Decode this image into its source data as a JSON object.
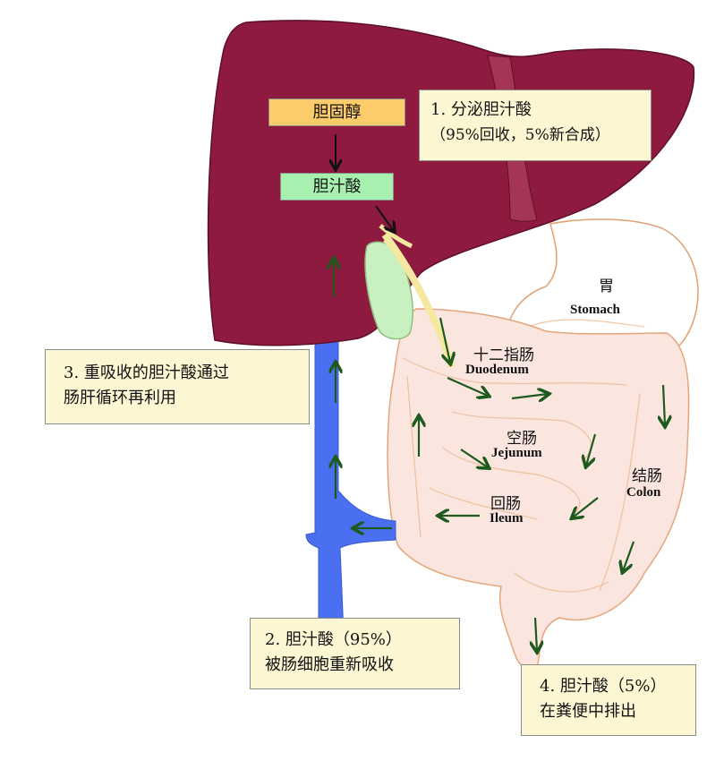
{
  "boxes": {
    "cholesterol": "胆固醇",
    "bile_acid": "胆汁酸",
    "step1": {
      "line1": "1. 分泌胆汁酸",
      "line2": "（95%回收，5%新合成）"
    },
    "step3": {
      "line1": "3. 重吸收的胆汁酸通过",
      "line2": "肠肝循环再利用"
    },
    "step2": {
      "line1": "2. 胆汁酸（95%）",
      "line2": "被肠细胞重新吸收"
    },
    "step4": {
      "line1": "4. 胆汁酸（5%）",
      "line2": "在粪便中排出"
    }
  },
  "organs": {
    "stomach": {
      "cn": "胃",
      "en": "Stomach"
    },
    "duodenum": {
      "cn": "十二指肠",
      "en": "Duodenum"
    },
    "jejunum": {
      "cn": "空肠",
      "en": "Jejunum"
    },
    "ileum": {
      "cn": "回肠",
      "en": "Ileum"
    },
    "colon": {
      "cn": "结肠",
      "en": "Colon"
    }
  },
  "colors": {
    "liver": "#8e1a3f",
    "vein": "#4a6ff0",
    "gallbladder": "#c8f0c0",
    "intestine": "#fbe6df",
    "arrow": "#1e5a1e",
    "cholesterol_box": "#fccc6a",
    "bile_acid_box": "#a8f0b0",
    "note_box": "#fdf6d3"
  }
}
